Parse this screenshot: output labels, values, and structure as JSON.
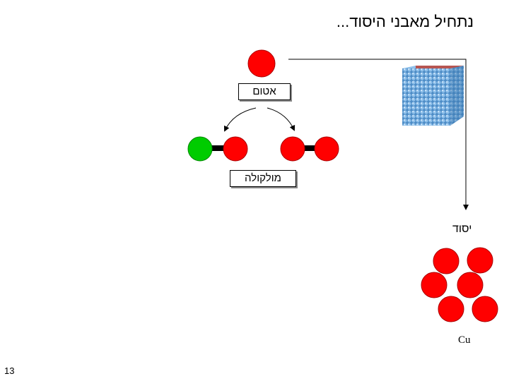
{
  "slide": {
    "title": "נתחיל מאבני היסוד...",
    "atom_label": "אטום",
    "molecule_label": "מולקולה",
    "element_label": "יסוד",
    "element_symbol": "Cu",
    "page_number": "13"
  },
  "colors": {
    "atom_red": "#ff0000",
    "atom_green": "#00cc00",
    "crystal_blue": "#5d9fd4",
    "bond": "#000000"
  },
  "icons": [
    "crystal-lattice-image"
  ]
}
